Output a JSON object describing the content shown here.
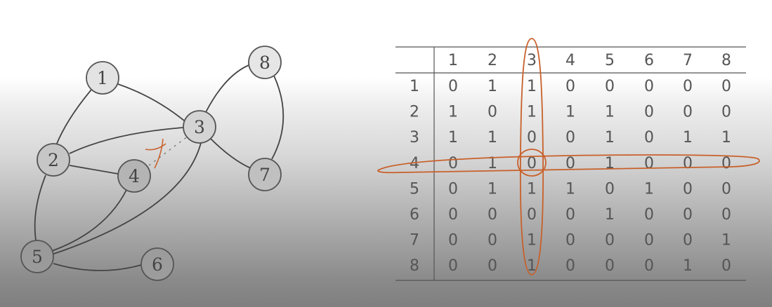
{
  "graph": {
    "nodes": [
      "1",
      "2",
      "3",
      "4",
      "5",
      "6",
      "7",
      "8"
    ],
    "edges": [
      [
        "1",
        "2"
      ],
      [
        "1",
        "3"
      ],
      [
        "2",
        "3"
      ],
      [
        "2",
        "4"
      ],
      [
        "2",
        "5"
      ],
      [
        "3",
        "8"
      ],
      [
        "3",
        "7"
      ],
      [
        "3",
        "5"
      ],
      [
        "8",
        "7"
      ],
      [
        "4",
        "5"
      ],
      [
        "5",
        "6"
      ]
    ],
    "removed_edge": [
      "4",
      "3"
    ]
  },
  "table": {
    "column_headers": [
      "1",
      "2",
      "3",
      "4",
      "5",
      "6",
      "7",
      "8"
    ],
    "row_headers": [
      "1",
      "2",
      "3",
      "4",
      "5",
      "6",
      "7",
      "8"
    ],
    "rows": [
      [
        "0",
        "1",
        "1",
        "0",
        "0",
        "0",
        "0",
        "0"
      ],
      [
        "1",
        "0",
        "1",
        "1",
        "1",
        "0",
        "0",
        "0"
      ],
      [
        "1",
        "1",
        "0",
        "0",
        "1",
        "0",
        "1",
        "1"
      ],
      [
        "0",
        "1",
        "0",
        "0",
        "1",
        "0",
        "0",
        "0"
      ],
      [
        "0",
        "1",
        "1",
        "1",
        "0",
        "1",
        "0",
        "0"
      ],
      [
        "0",
        "0",
        "0",
        "0",
        "1",
        "0",
        "0",
        "0"
      ],
      [
        "0",
        "0",
        "1",
        "0",
        "0",
        "0",
        "0",
        "1"
      ],
      [
        "0",
        "0",
        "1",
        "0",
        "0",
        "0",
        "1",
        "0"
      ]
    ],
    "highlighted_row": "4",
    "highlighted_column": "3"
  },
  "annotation_color": "#c8602a"
}
